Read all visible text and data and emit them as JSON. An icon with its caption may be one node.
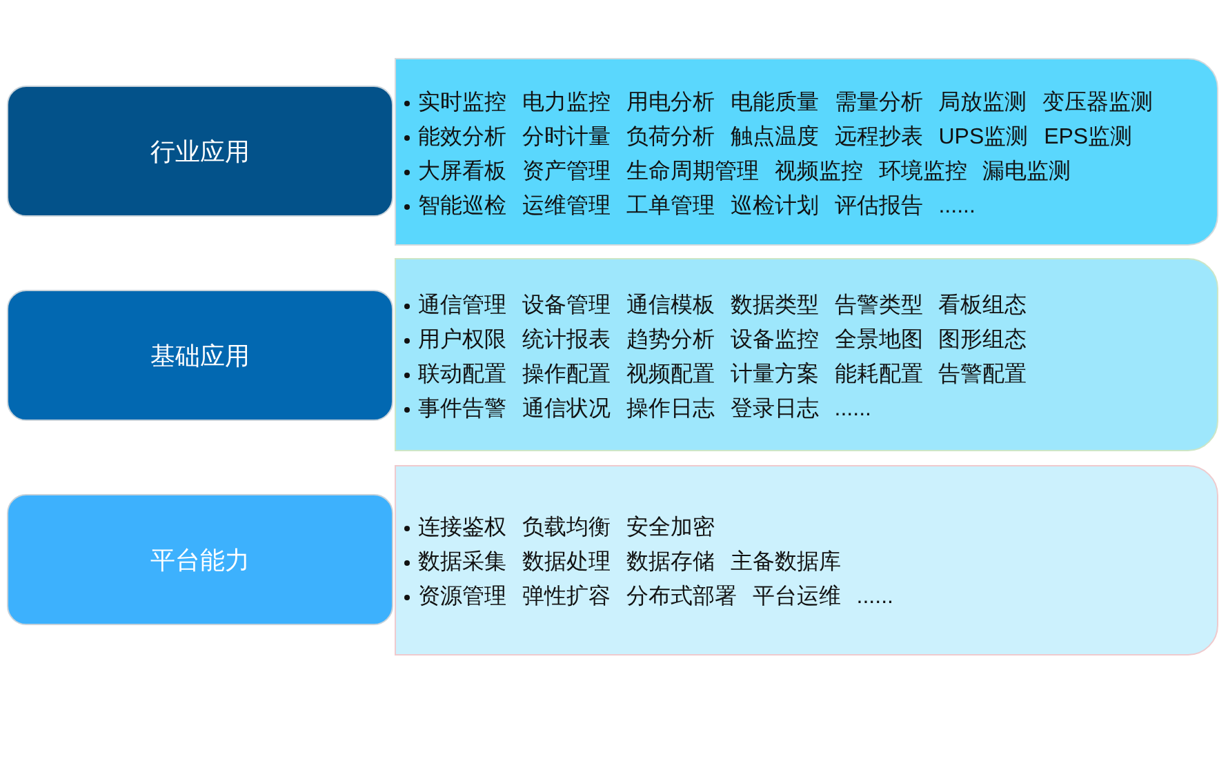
{
  "diagram": {
    "nodes": [
      {
        "text": [
          "行业应用"
        ]
      },
      {
        "text": [
          "实时监控 电力监控 用电分析 电能质量 需量分析 局放监测 变压器监测",
          "能效分析 分时计量 负荷分析 触点温度 远程抄表 UPS监测 EPS监测",
          "大屏看板 资产管理 生命周期管理 视频监控 环境监控 漏电监测",
          "智能巡检 运维管理 工单管理 巡检计划 评估报告 ......"
        ]
      },
      {
        "text": [
          "基础应用"
        ]
      },
      {
        "text": [
          "通信管理 设备管理 通信模板 数据类型 告警类型 看板组态",
          "用户权限 统计报表 趋势分析 设备监控 全景地图 图形组态",
          "联动配置 操作配置 视频配置 计量方案 能耗配置 告警配置",
          "事件告警 通信状况 操作日志 登录日志 ......"
        ]
      },
      {
        "text": [
          "平台能力"
        ]
      },
      {
        "text": [
          "连接鉴权 负载均衡 安全加密",
          "数据采集 数据处理 数据存储 主备数据库",
          "资源管理 弹性扩容 分布式部署 平台运维 ......"
        ]
      }
    ]
  }
}
